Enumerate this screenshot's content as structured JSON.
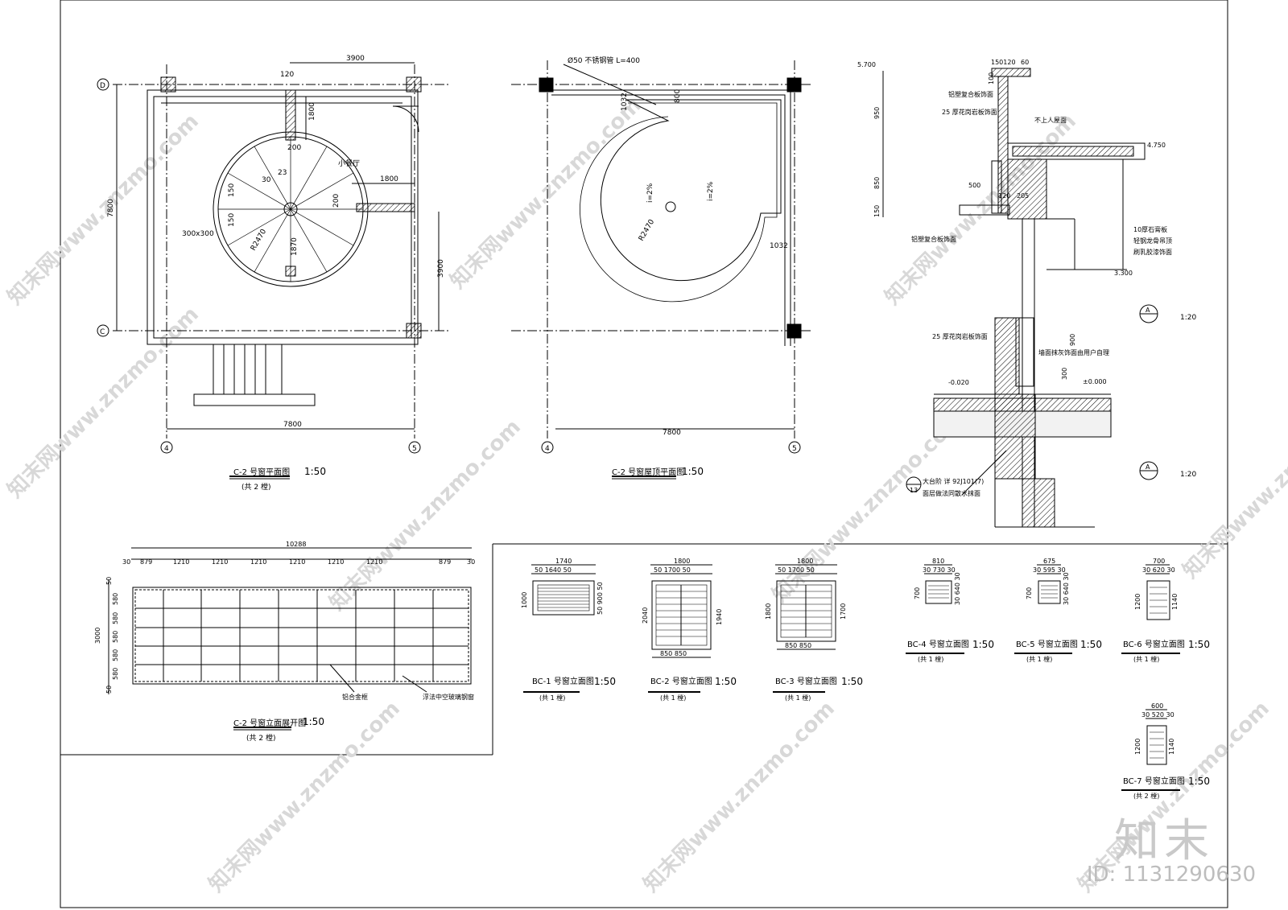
{
  "brand": {
    "logo": "知末",
    "id_label": "ID: 1131290630",
    "watermark": "知末网www.znzmo.com"
  },
  "plan1": {
    "title": "C-2 号窗平面图",
    "scale": "1:50",
    "count": "(共 2 樘)",
    "grid_left": "D",
    "grid_left2": "C",
    "grid_bottom_left": "4",
    "grid_bottom_right": "5",
    "dim_top": "3900",
    "dim_total": "7800",
    "dim_left": "7800",
    "dim_right": "3900",
    "dim_1800a": "1800",
    "dim_1800b": "1800",
    "dim_120": "120",
    "dim_200a": "200",
    "dim_200b": "200",
    "room": "小餐厅",
    "box": "300x300",
    "radius": "R2470",
    "dim_1870": "1870",
    "dim_150a": "150",
    "dim_150b": "150",
    "ang_30": "30",
    "ang_23": "23"
  },
  "plan2": {
    "title": "C-2 号窗屋顶平面图",
    "scale": "1:50",
    "pipe": "Ø50 不锈钢管  L=400",
    "dim_1032a": "1032",
    "dim_1032b": "1032",
    "dim_800": "800",
    "slope1": "i=2%",
    "slope2": "i=2%",
    "radius": "R2470",
    "dim_total": "7800",
    "grid_bottom_left": "4",
    "grid_bottom_right": "5"
  },
  "section": {
    "lvl_5700": "5.700",
    "lvl_4750": "4.750",
    "lvl_3300": "3.300",
    "lvl_m0020": "-0.020",
    "lvl_0000": "±0.000",
    "dim_950": "950",
    "dim_850": "850",
    "dim_150": "150",
    "dim_500": "500",
    "dim_120": "120",
    "dim_205": "205",
    "dim_150_120": "150120",
    "dim_60": "60",
    "dim_100": "100",
    "dim_900": "900",
    "dim_300": "300",
    "note1": "铝塑复合板饰面",
    "note2": "25 厚花岗岩板饰面",
    "note3": "不上人屋面",
    "note4": "10厚石膏板",
    "note5": "轻钢龙骨吊顶",
    "note6": "刷乳胶漆饰面",
    "note7": "铝塑复合板饰面",
    "note8": "25 厚花岗岩板饰面",
    "note9": "墙面抹灰饰面由用户自理",
    "note10": "大台阶 详 92J101(7)",
    "note11": "面层做法同散水抹面",
    "mark": "A",
    "scale1": "1:20",
    "scale2": "1:20",
    "ref": "13"
  },
  "elev": {
    "title": "C-2 号窗立面展开图",
    "scale": "1:50",
    "count": "(共 2 樘)",
    "total": "10288",
    "dims": [
      "30",
      "879",
      "1210",
      "1210",
      "1210",
      "1210",
      "1210",
      "1210",
      "879",
      "30"
    ],
    "height": "3000",
    "rows": [
      "50",
      "580",
      "580",
      "580",
      "580",
      "580",
      "50"
    ],
    "note_frame": "铝合金框",
    "note_glass": "浮法中空玻璃钢窗"
  },
  "windows": [
    {
      "title": "BC-1 号窗立面图",
      "scale": "1:50",
      "count": "(共 1 樘)",
      "w": "1740",
      "w2": "50  1640  50",
      "h": "1000",
      "h2": "50  900  50"
    },
    {
      "title": "BC-2 号窗立面图",
      "scale": "1:50",
      "count": "(共 1 樘)",
      "w": "1800",
      "w2": "50  1700  50",
      "h": "2040",
      "h2": "1940",
      "bot": "850   850"
    },
    {
      "title": "BC-3 号窗立面图",
      "scale": "1:50",
      "count": "(共 1 樘)",
      "w": "1800",
      "w2": "50  1700  50",
      "h": "1800",
      "h2": "1700",
      "bot": "850   850"
    },
    {
      "title": "BC-4 号窗立面图",
      "scale": "1:50",
      "count": "(共 1 樘)",
      "w": "810",
      "w2": "30  730  30",
      "h": "700",
      "h2": "30 640 30"
    },
    {
      "title": "BC-5 号窗立面图",
      "scale": "1:50",
      "count": "(共 1 樘)",
      "w": "675",
      "w2": "30 595 30",
      "h": "700",
      "h2": "30 640 30"
    },
    {
      "title": "BC-6 号窗立面图",
      "scale": "1:50",
      "count": "(共 1 樘)",
      "w": "700",
      "w2": "30 620 30",
      "h": "1200",
      "h2": "1140"
    },
    {
      "title": "BC-7 号窗立面图",
      "scale": "1:50",
      "count": "(共 2 樘)",
      "w": "600",
      "w2": "30 520 30",
      "h": "1200",
      "h2": "1140"
    }
  ]
}
